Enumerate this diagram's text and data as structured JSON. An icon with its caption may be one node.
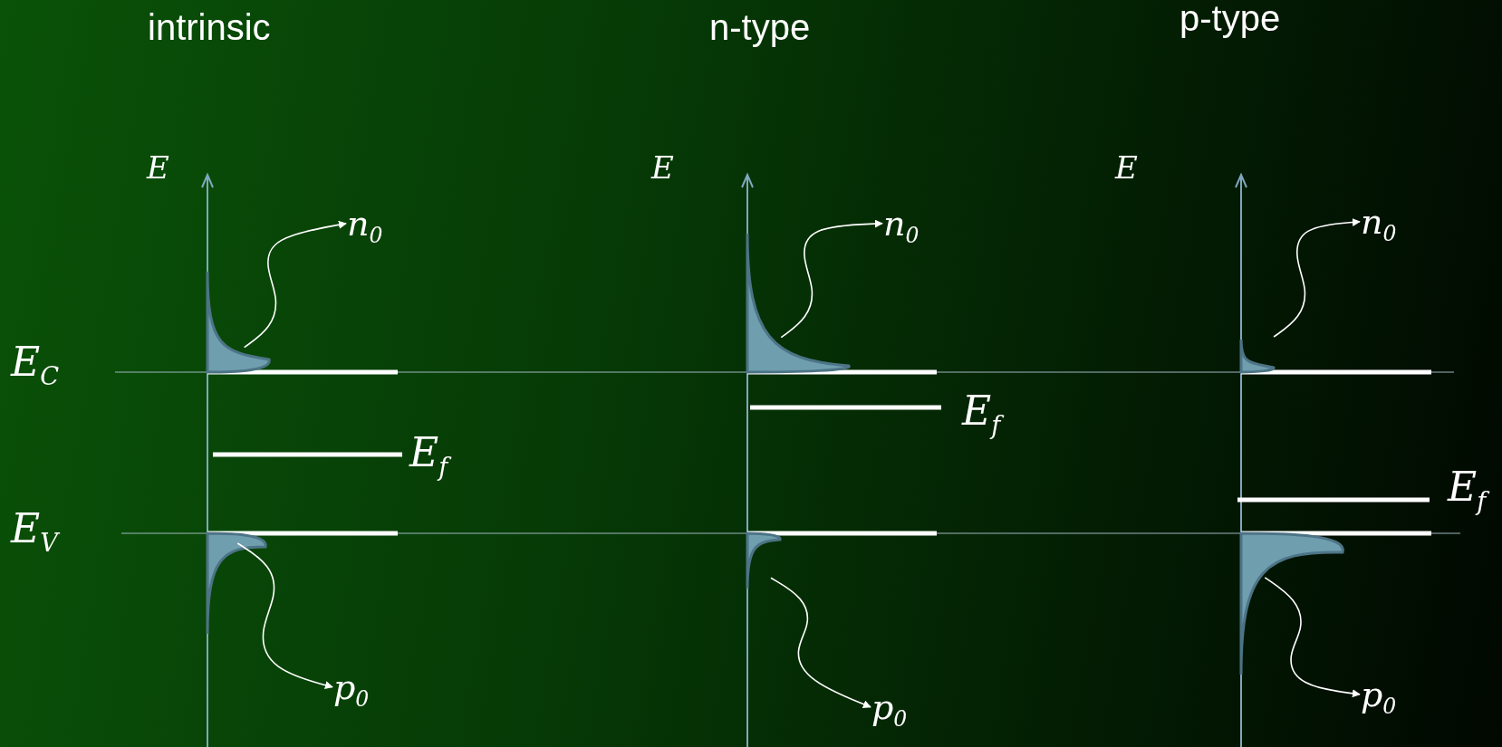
{
  "diagram": {
    "nodes": [
      {
        "text": [
          "n$_{0}$"
        ]
      },
      {
        "text": [
          "n$_{0}$"
        ]
      },
      {
        "text": [
          "n$_{0}$"
        ]
      },
      {
        "text": [],
        "shape": "curve"
      },
      {
        "text": [],
        "shape": "curve"
      },
      {
        "text": [],
        "shape": "curve"
      },
      {
        "text": [],
        "shape": "curve"
      },
      {
        "text": [],
        "shape": "curve"
      },
      {
        "text": [],
        "shape": "curve"
      },
      {
        "text": [
          "p$_{0}$"
        ]
      },
      {
        "text": [
          "p$_{0}$"
        ]
      },
      {
        "text": [
          "p$_{0}$"
        ]
      }
    ],
    "edges": [
      {
        "from": 3,
        "to": 0,
        "arrow": "to"
      },
      {
        "from": 4,
        "to": 1,
        "arrow": "to"
      },
      {
        "from": 5,
        "to": 2,
        "arrow": "to"
      },
      {
        "from": 6,
        "to": 9,
        "arrow": "to"
      },
      {
        "from": 7,
        "to": 10,
        "arrow": "to"
      },
      {
        "from": 8,
        "to": 11,
        "arrow": "to"
      }
    ],
    "labels": [
      "intrinsic",
      "n-type",
      "p-type",
      "E",
      "E",
      "E",
      "E$_{C}$",
      "E$_{f}$",
      "E$_{f}$",
      "E$_{f}$",
      "E$_{V}$"
    ]
  }
}
